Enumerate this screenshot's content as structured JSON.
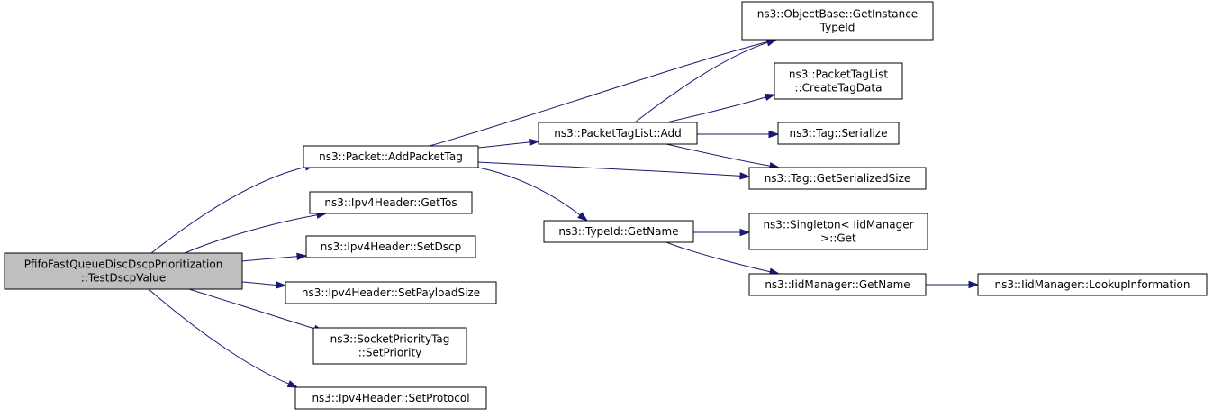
{
  "colors": {
    "edge": "#191970",
    "root_fill": "#bfbfbf",
    "node_fill": "#ffffff",
    "node_border": "#000000"
  },
  "nodes": {
    "root": {
      "lines": [
        "PfifoFastQueueDiscDscpPrioritization",
        "::TestDscpValue"
      ]
    },
    "add_packet_tag": {
      "lines": [
        "ns3::Packet::AddPacketTag"
      ]
    },
    "get_tos": {
      "lines": [
        "ns3::Ipv4Header::GetTos"
      ]
    },
    "set_dscp": {
      "lines": [
        "ns3::Ipv4Header::SetDscp"
      ]
    },
    "set_payload_size": {
      "lines": [
        "ns3::Ipv4Header::SetPayloadSize"
      ]
    },
    "set_priority": {
      "lines": [
        "ns3::SocketPriorityTag",
        "::SetPriority"
      ]
    },
    "set_protocol": {
      "lines": [
        "ns3::Ipv4Header::SetProtocol"
      ]
    },
    "packet_tag_list_add": {
      "lines": [
        "ns3::PacketTagList::Add"
      ]
    },
    "typeid_get_name": {
      "lines": [
        "ns3::TypeId::GetName"
      ]
    },
    "get_instance_typeid": {
      "lines": [
        "ns3::ObjectBase::GetInstance",
        "TypeId"
      ]
    },
    "create_tag_data": {
      "lines": [
        "ns3::PacketTagList",
        "::CreateTagData"
      ]
    },
    "tag_serialize": {
      "lines": [
        "ns3::Tag::Serialize"
      ]
    },
    "tag_get_serialized_size": {
      "lines": [
        "ns3::Tag::GetSerializedSize"
      ]
    },
    "singleton_get": {
      "lines": [
        "ns3::Singleton< IidManager",
        ">::Get"
      ]
    },
    "iidmanager_get_name": {
      "lines": [
        "ns3::IidManager::GetName"
      ]
    },
    "lookup_information": {
      "lines": [
        "ns3::IidManager::LookupInformation"
      ]
    }
  },
  "edges": [
    {
      "from": "root",
      "to": "add_packet_tag"
    },
    {
      "from": "root",
      "to": "get_tos"
    },
    {
      "from": "root",
      "to": "set_dscp"
    },
    {
      "from": "root",
      "to": "set_payload_size"
    },
    {
      "from": "root",
      "to": "set_priority"
    },
    {
      "from": "root",
      "to": "set_protocol"
    },
    {
      "from": "add_packet_tag",
      "to": "packet_tag_list_add"
    },
    {
      "from": "add_packet_tag",
      "to": "get_instance_typeid"
    },
    {
      "from": "add_packet_tag",
      "to": "tag_get_serialized_size"
    },
    {
      "from": "add_packet_tag",
      "to": "typeid_get_name"
    },
    {
      "from": "packet_tag_list_add",
      "to": "get_instance_typeid"
    },
    {
      "from": "packet_tag_list_add",
      "to": "create_tag_data"
    },
    {
      "from": "packet_tag_list_add",
      "to": "tag_serialize"
    },
    {
      "from": "packet_tag_list_add",
      "to": "tag_get_serialized_size"
    },
    {
      "from": "typeid_get_name",
      "to": "singleton_get"
    },
    {
      "from": "typeid_get_name",
      "to": "iidmanager_get_name"
    },
    {
      "from": "iidmanager_get_name",
      "to": "lookup_information"
    }
  ]
}
